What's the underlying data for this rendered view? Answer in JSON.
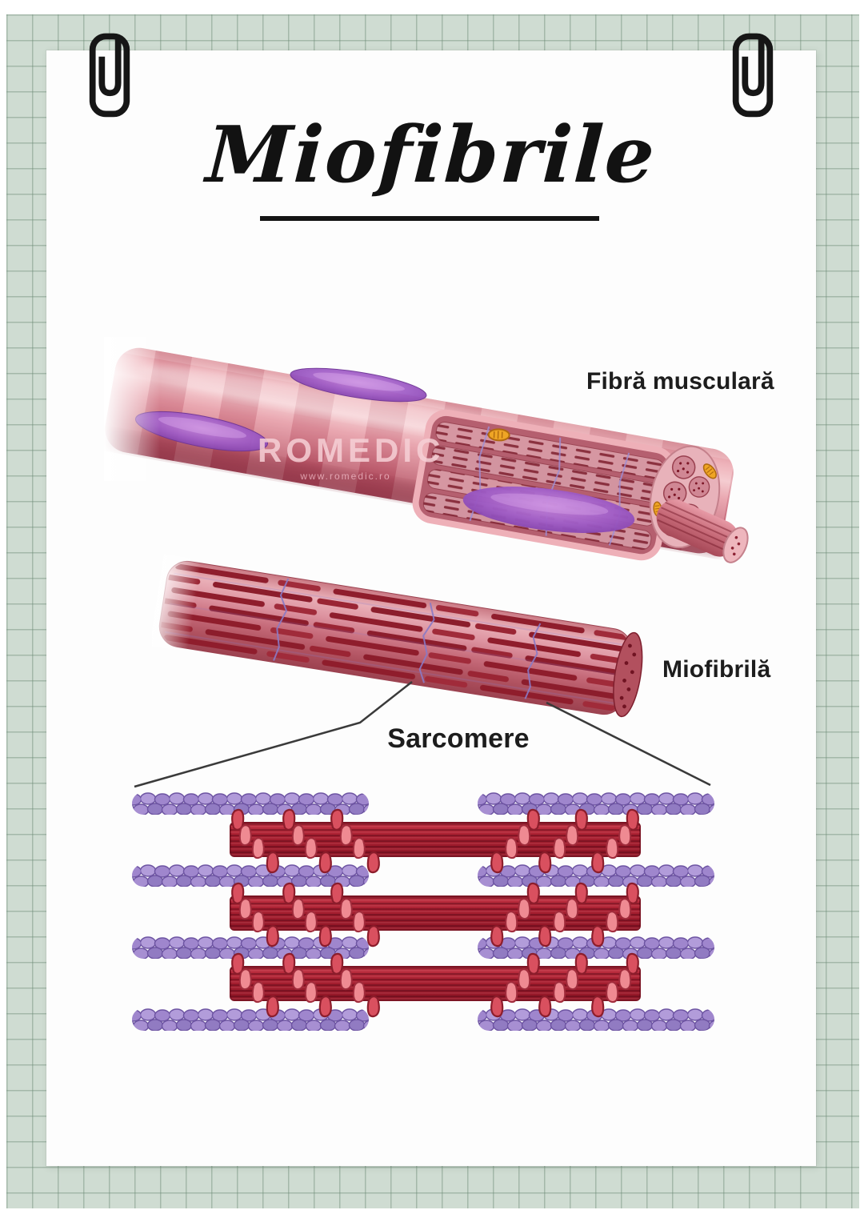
{
  "page": {
    "title": "Miofibrile"
  },
  "labels": {
    "muscle_fiber": "Fibră musculară",
    "myofibril": "Miofibrilă",
    "sarcomere": "Sarcomere"
  },
  "watermark": {
    "brand": "ROMEDIC",
    "website": "www.romedic.ro"
  },
  "icons": {
    "top_left": "paperclip-icon",
    "top_right": "paperclip-icon"
  },
  "colors": {
    "grid_bg": "#cfdcd2",
    "grid_line": "#6e8c78",
    "page_bg": "#fdfdfd",
    "ink": "#151515",
    "fiber_pink": "#e59aa5",
    "nucleus_purple": "#9f5cc6",
    "actin_purple": "#a78fd2",
    "myosin_red": "#a81f30",
    "myosin_head": "#d9505f",
    "z_line_purple": "#8a7ac6",
    "mitochondria_orange": "#efa525"
  }
}
